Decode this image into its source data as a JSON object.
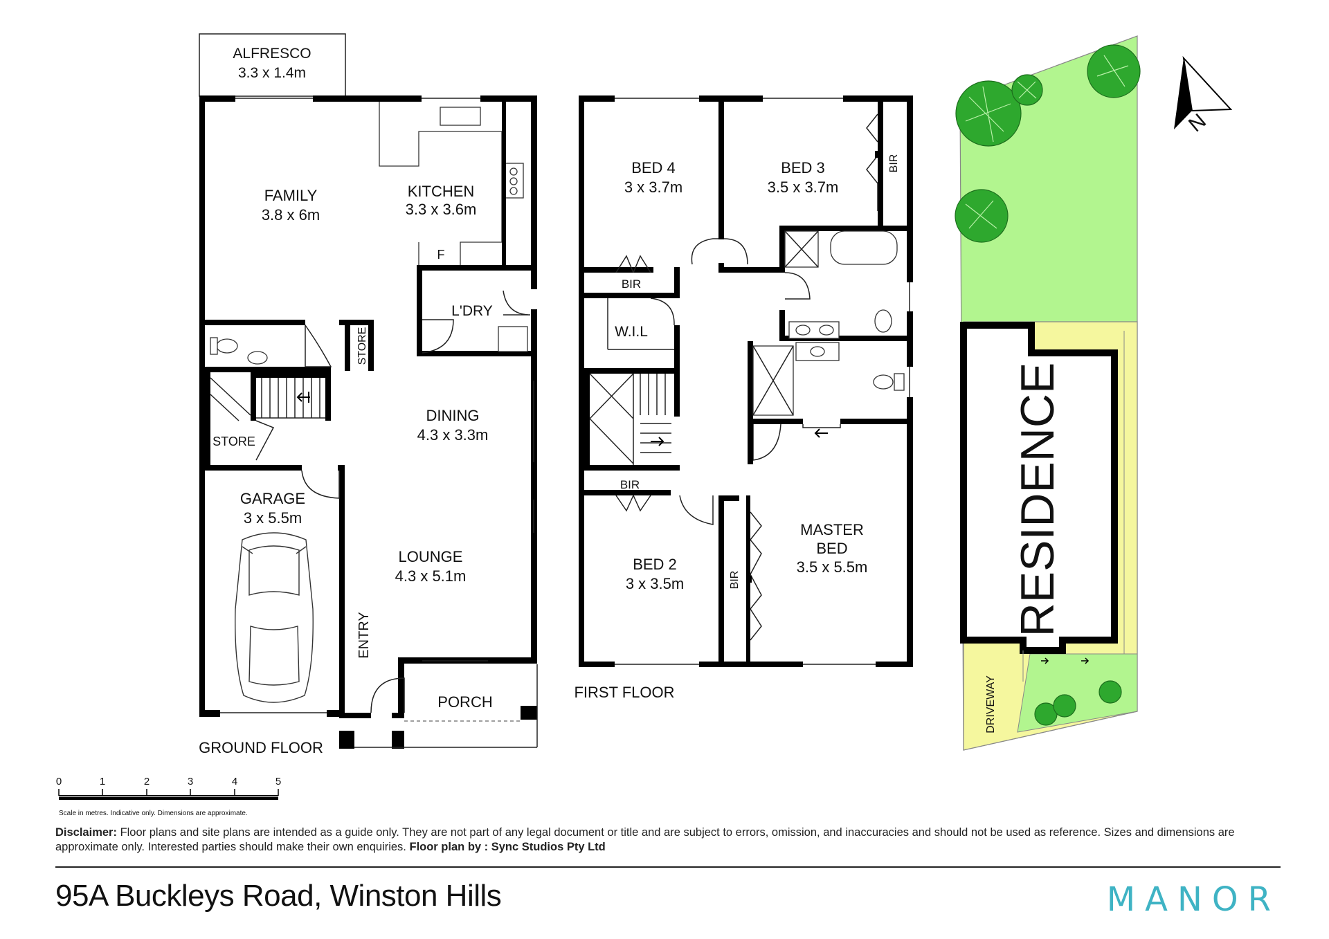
{
  "ground_floor": {
    "title": "GROUND FLOOR",
    "alfresco": {
      "name": "ALFRESCO",
      "dims": "3.3 x 1.4m"
    },
    "family": {
      "name": "FAMILY",
      "dims": "3.8 x 6m"
    },
    "kitchen": {
      "name": "KITCHEN",
      "dims": "3.3 x 3.6m"
    },
    "fridge": "F",
    "laundry": "L'DRY",
    "store_small": "STORE",
    "store_stair": "STORE",
    "dining": {
      "name": "DINING",
      "dims": "4.3 x 3.3m"
    },
    "garage": {
      "name": "GARAGE",
      "dims": "3 x 5.5m"
    },
    "lounge": {
      "name": "LOUNGE",
      "dims": "4.3 x 5.1m"
    },
    "entry": "ENTRY",
    "porch": "PORCH"
  },
  "first_floor": {
    "title": "FIRST FLOOR",
    "bed4": {
      "name": "BED 4",
      "dims": "3 x 3.7m"
    },
    "bed3": {
      "name": "BED 3",
      "dims": "3.5 x 3.7m"
    },
    "bed2": {
      "name": "BED 2",
      "dims": "3 x 3.5m"
    },
    "master": {
      "name": "MASTER",
      "name2": "BED",
      "dims": "3.5 x 5.5m"
    },
    "wil": "W.I.L",
    "bir": "BIR"
  },
  "site": {
    "residence": "RESIDENCE",
    "driveway": "DRIVEWAY",
    "north": "N",
    "colors": {
      "lawn": "#b2f58f",
      "paving": "#f5f79e",
      "tree": "#2ea82e"
    }
  },
  "scale": {
    "ticks": [
      "0",
      "1",
      "2",
      "3",
      "4",
      "5"
    ],
    "note": "Scale in metres. Indicative only. Dimensions are approximate."
  },
  "footer": {
    "disclaimer_label": "Disclaimer:",
    "disclaimer_text": "Floor plans and site plans are intended as a guide only. They are not part of any legal document or title and are subject to errors, omission, and inaccuracies and should not be used as reference. Sizes and dimensions are approximate only. Interested parties should make their own enquiries.",
    "credit_label": "Floor plan by : Sync Studios Pty Ltd",
    "address": "95A Buckleys Road, Winston Hills",
    "brand": "MANOR",
    "brand_color": "#3fb3c4"
  }
}
